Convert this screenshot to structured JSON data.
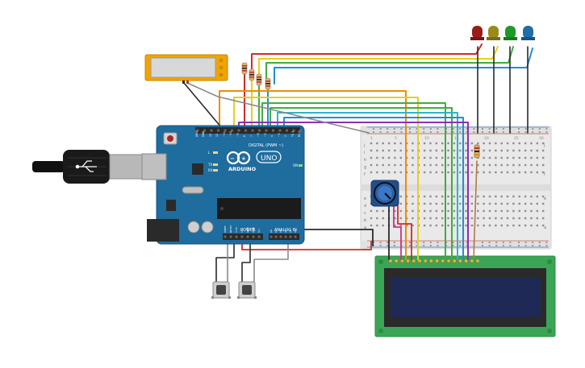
{
  "arduino": {
    "brand_label": "ARDUINO",
    "model_label": "UNO",
    "digital_label": "DIGITAL (PWM ~)",
    "power_label": "POWER",
    "analog_label": "ANALOG IN",
    "on_label": "ON",
    "tx_label": "TX",
    "rx_label": "RX",
    "l_label": "L",
    "pin_labels": [
      "AREF",
      "GND",
      "13",
      "12",
      "~11",
      "~10",
      "~9",
      "8",
      "7",
      "~6",
      "~5",
      "4",
      "~3",
      "2",
      "TX 1",
      "RX 0"
    ],
    "power_pins": [
      "IOREF",
      "RESET",
      "3.3V",
      "5V",
      "GND",
      "GND",
      "Vin"
    ],
    "analog_pins": [
      "A0",
      "A1",
      "A2",
      "A3",
      "A4",
      "A5"
    ]
  },
  "breadboard": {
    "row_letters_top": [
      "j",
      "i",
      "h",
      "g",
      "f"
    ],
    "row_letters_bottom": [
      "e",
      "d",
      "c",
      "b",
      "a"
    ],
    "col_numbers": [
      "1",
      "5",
      "10",
      "15",
      "20",
      "25",
      "30"
    ]
  },
  "colors": {
    "arduino_board": "#1f6c9e",
    "lcd_board": "#3aa655",
    "lcd_screen": "#1e2a55",
    "seven_seg_frame": "#f0a400",
    "wire_red": "#d62828",
    "wire_orange": "#f08c00",
    "wire_yellow": "#e6cf1c",
    "wire_green": "#3fae3f",
    "wire_blue": "#1e90d6",
    "wire_cyan": "#2bb5c8",
    "wire_purple": "#8b2fb5",
    "wire_black": "#2a2a2a",
    "wire_gray": "#8a8a8a",
    "led_red": "#9b1b1b",
    "led_yellow": "#9a8a18",
    "led_green": "#1f9a2a",
    "led_blue": "#1e6ea8"
  }
}
